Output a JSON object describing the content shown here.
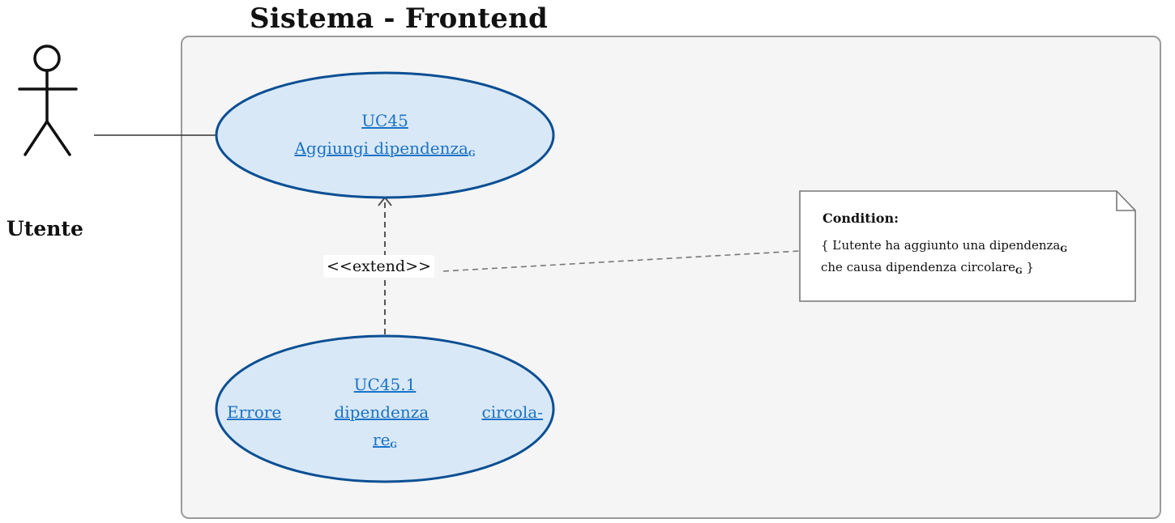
{
  "system": {
    "title": "Sistema - Frontend"
  },
  "actor": {
    "name": "Utente",
    "icon": "stick-figure-icon"
  },
  "use_cases": [
    {
      "id": "UC45",
      "name": "Aggiungi dipendenza",
      "glossary_mark": "G"
    },
    {
      "id": "UC45.1",
      "name_parts": [
        "Errore",
        "dipendenza",
        "circola-"
      ],
      "name_last": "re",
      "glossary_mark": "G"
    }
  ],
  "relationship": {
    "label": "<<extend>>"
  },
  "note": {
    "title": "Condition:",
    "line1": "{ L’utente ha aggiunto una dipendenza",
    "line1_mark": "G",
    "line2": "che causa dipendenza circolare",
    "line2_mark": "G",
    "line2_end": " }"
  },
  "colors": {
    "use_case_fill": "#d9e8f6",
    "use_case_stroke": "#0b4f94",
    "link_text": "#1a73c8",
    "system_fill": "#f5f5f5",
    "system_stroke": "#9a9a9a"
  }
}
